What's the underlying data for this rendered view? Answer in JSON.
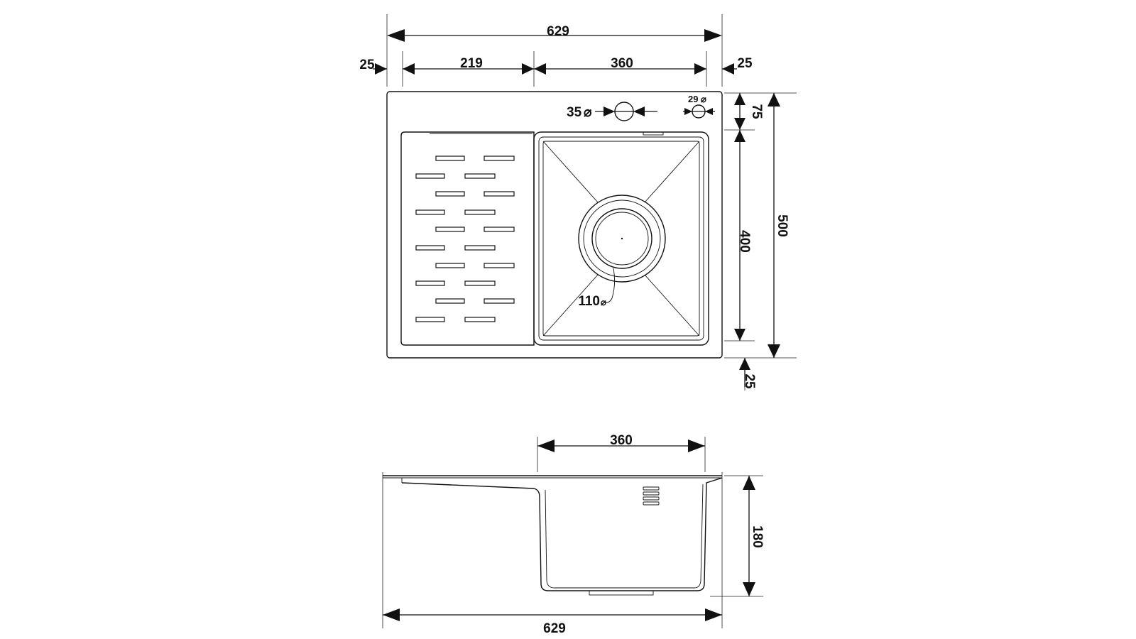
{
  "plan_view": {
    "overall_width": "629",
    "left_margin": "25",
    "drainboard_width": "219",
    "bowl_width": "360",
    "right_margin": "25",
    "tap_hole_diameter": "35",
    "second_hole_diameter": "29",
    "top_margin": "75",
    "bowl_length": "400",
    "overall_depth": "500",
    "bottom_margin": "25",
    "drain_diameter": "110"
  },
  "side_view": {
    "bowl_width": "360",
    "bowl_depth": "180",
    "overall_width": "629"
  },
  "symbols": {
    "diameter": "⌀"
  }
}
